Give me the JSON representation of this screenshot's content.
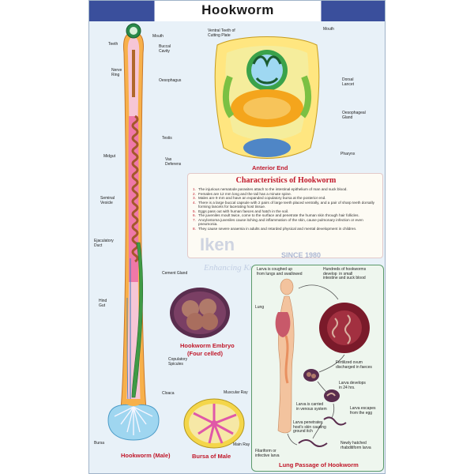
{
  "title": "Hookworm",
  "male": {
    "labels": {
      "mouth": "Mouth",
      "teeth": "Teeth",
      "buccal": "Buccal\nCavity",
      "nerve": "Nerve\nRing",
      "oesophagus": "Oesophagus",
      "testis": "Testis",
      "midgut": "Midgut",
      "vas": "Vas\nDeferens",
      "seminal": "Seminal\nVesicle",
      "ejaculatory": "Ejaculatory\nDuct",
      "cement": "Cement Gland",
      "hindgut": "Hind\nGut",
      "spicules": "Copulatory\nSpicules",
      "cloaca": "Cloaca",
      "bursa": "Bursa"
    },
    "caption": "Hookworm (Male)"
  },
  "anterior": {
    "labels": {
      "ventral": "Ventral Teeth of\nCutting Plate",
      "mouth": "Mouth",
      "dorsal": "Dorsal\nLancet",
      "gland": "Oesophageal\nGland",
      "pharynx": "Pharynx"
    },
    "caption": "Anterior End"
  },
  "characteristics": {
    "title": "Characteristics of Hookworm",
    "items": [
      "The injurious nematode parasites attach to the intestinal epithelium of  man and suck blood.",
      "Females are 12 mm long and the tail has a minute spine.",
      "Males are 9 mm and have an expanded copulatory bursa at the posterior end.",
      "There is a large buccal capsule with 2 pairs of large teeth placed ventrally, and a pair of sharp teeth dorsally forming lancets for lacerating host tissue.",
      "Eggs pass out with human faeces and hatch in the soil.",
      "The juveniles moult twice, come to the surface and penetrate the human skin through hair follicles.",
      "Ancylostoma juveniles cause itching and inflammation of the skin, cause pulmonary infection or even pneumonia.",
      "They cause severe anaemia in adults and retarded physical and mental development in children."
    ]
  },
  "watermark": {
    "brand": "Iken",
    "since": "SINCE 1980",
    "tagline": "Enhancing Knowledge"
  },
  "embryo": {
    "caption_line1": "Hookworm Embryo",
    "caption_line2": "(Four celled)"
  },
  "bursa_male": {
    "labels": {
      "muscular": "Muscular Ray",
      "main": "Main Ray"
    },
    "caption": "Bursa of Male"
  },
  "lung": {
    "labels": {
      "coughed": "Larva is coughed up\nfrom lungs and swallowed",
      "hundreds": "Hundreds of hookworms\ndevelop  in small\nintestine and suck blood",
      "lung": "Lung",
      "ovum": "Fertilized ovum\ndischarged in faeces",
      "develops": "Larva develops\nin 24 hrs.",
      "venous": "Larva is carried\nin venous system",
      "escapes": "Larva escapes\nfrom the egg",
      "penetrates": "Larva penetrates\nhost's skin causing\nground itch",
      "hatched": "Newly hatched\nrhabditiform larva",
      "filariform": "Filariform or\ninfective larva"
    },
    "caption": "Lung Passage of Hookworm"
  }
}
